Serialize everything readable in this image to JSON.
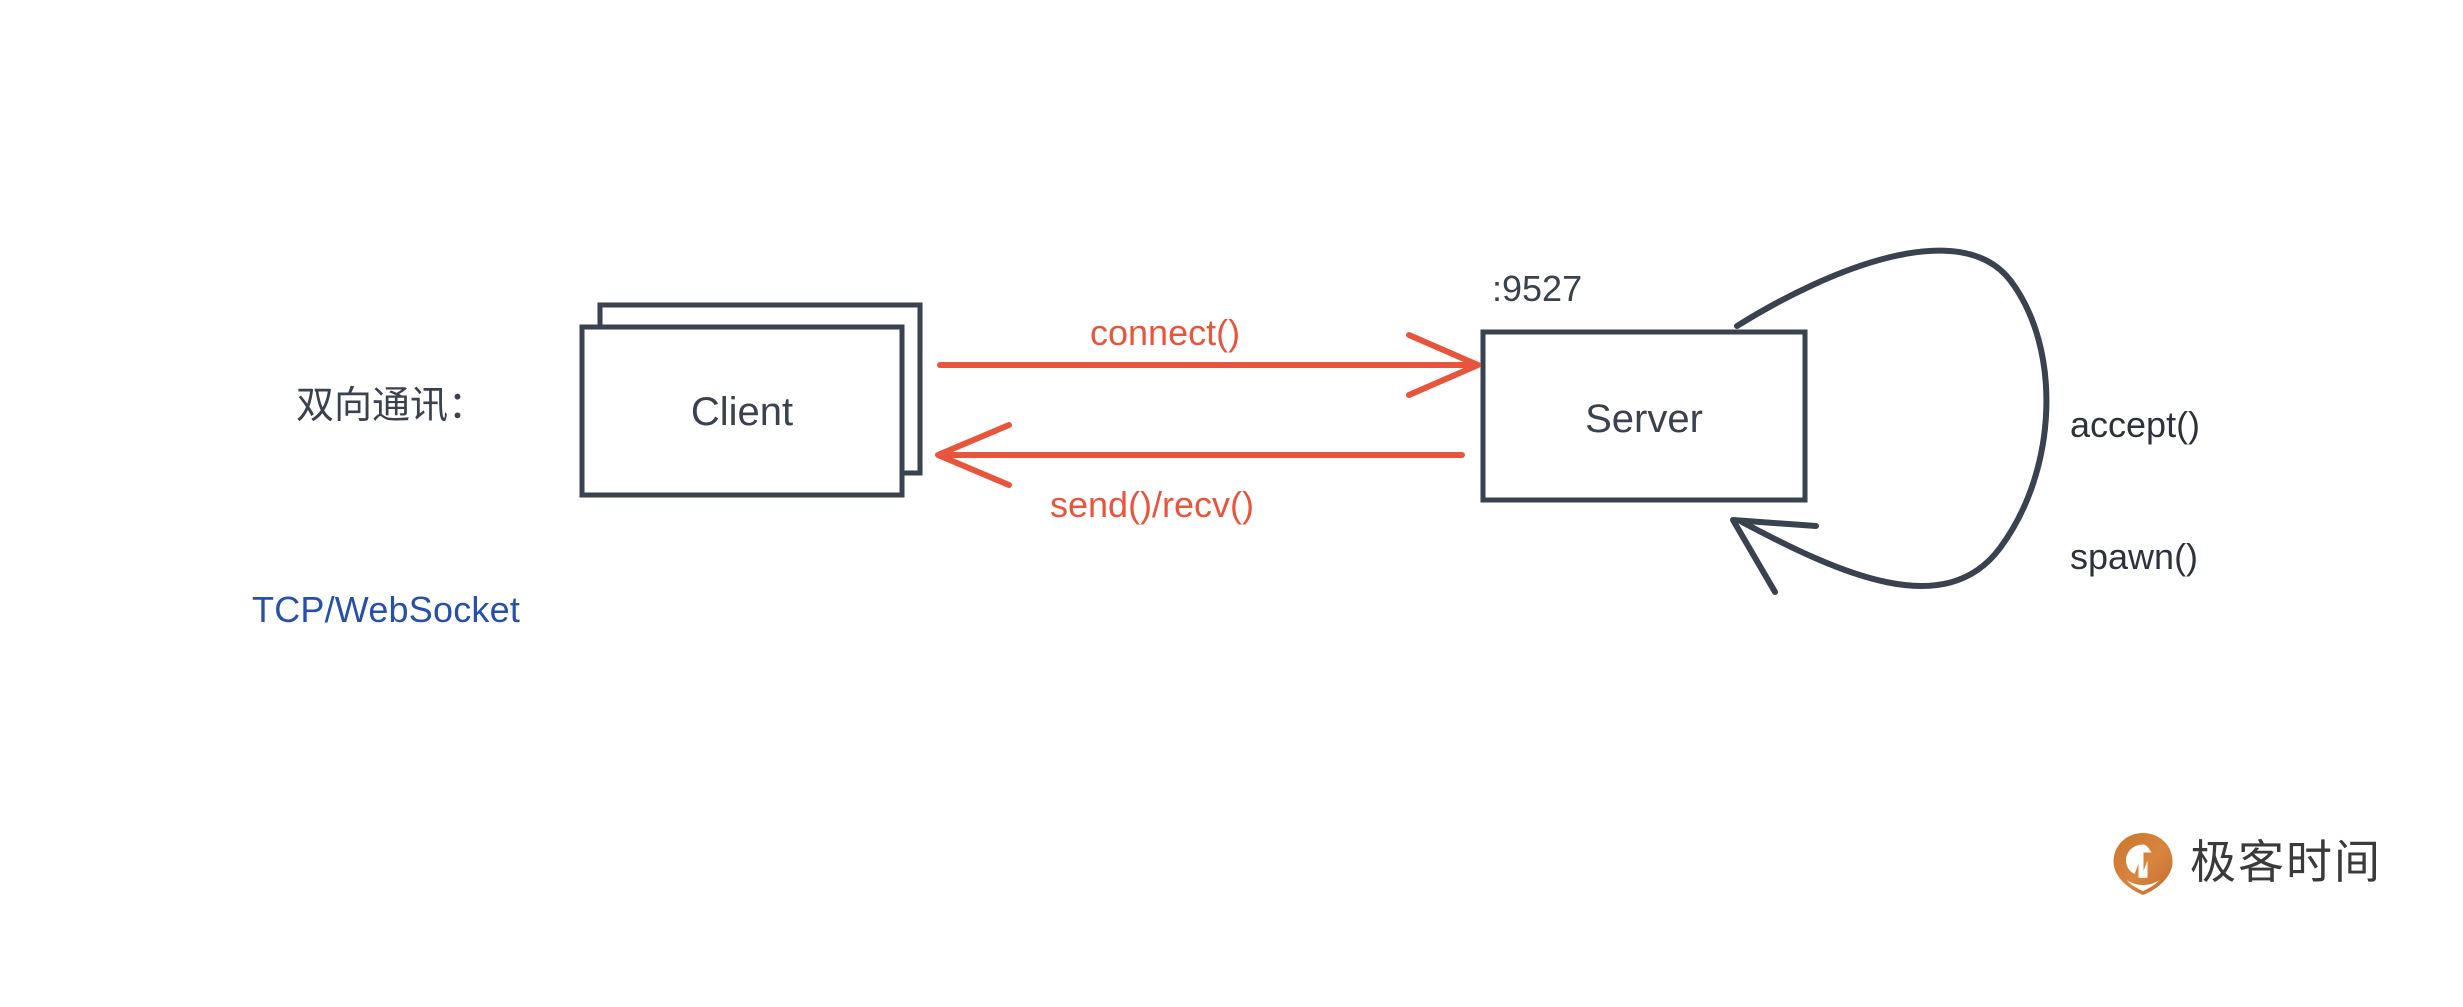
{
  "diagram": {
    "title_label": "双向通讯：",
    "protocol_label": "TCP/WebSocket",
    "nodes": {
      "client": {
        "label": "Client",
        "stacked": "true"
      },
      "server": {
        "label": "Server",
        "port_label": ":9527"
      }
    },
    "arrows": [
      {
        "name": "connect",
        "label": "connect()",
        "direction": "client-to-server"
      },
      {
        "name": "send-recv",
        "label": "send()/recv()",
        "direction": "server-to-client"
      }
    ],
    "loop": {
      "label_line1": "accept()",
      "label_line2": "spawn()"
    },
    "colors": {
      "stroke": "#39424e",
      "arrow": "#e8553d",
      "protocol_text": "#2750a8",
      "background": "#ffffff",
      "logo_orange": "#d9813f",
      "logo_orange_dark": "#b9632e",
      "logo_text": "#3a3a3a"
    }
  },
  "watermark": {
    "brand_text": "极客时间",
    "mark_icon": "geektime-pin-icon"
  }
}
